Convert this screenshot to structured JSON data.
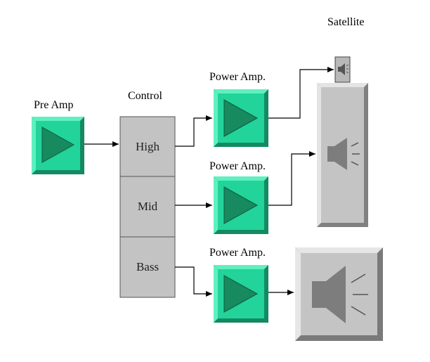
{
  "labels": {
    "pre_amp": "Pre Amp",
    "control": "Control",
    "satellite": "Satellite",
    "power_amp_1": "Power Amp.",
    "power_amp_2": "Power Amp.",
    "power_amp_3": "Power Amp."
  },
  "control_bands": {
    "high": "High",
    "mid": "Mid",
    "bass": "Bass"
  },
  "colors": {
    "amp_fill": "#22d39a",
    "amp_dark": "#148a62",
    "amp_triangle": "#178a5f",
    "control_fill": "#c3c3c3",
    "speaker_fill": "#c0c0c0",
    "speaker_icon": "#808080",
    "wire": "#000000"
  },
  "icons": {
    "amplifier": "triangle-amp-icon",
    "speaker": "speaker-icon"
  }
}
